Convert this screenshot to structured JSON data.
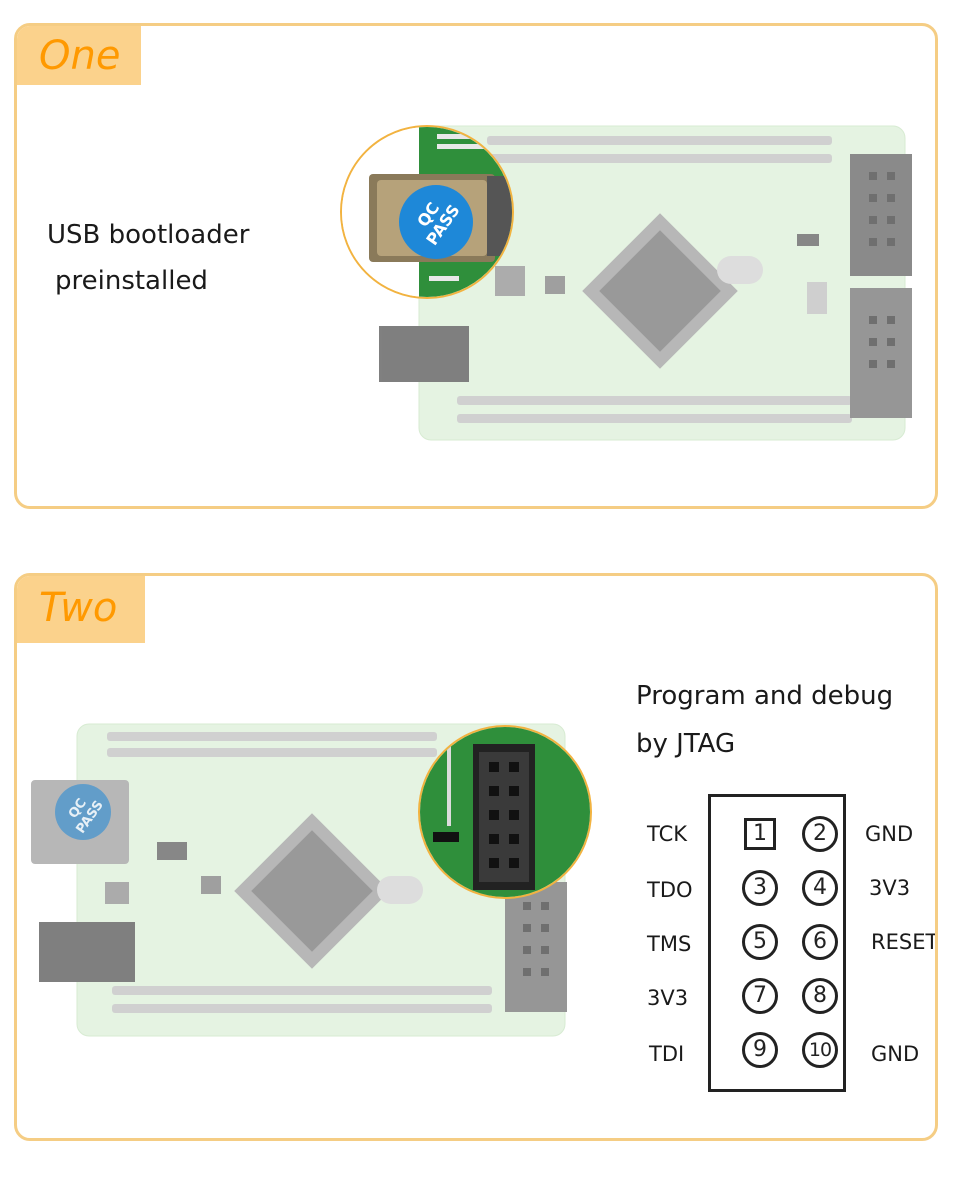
{
  "panel_one": {
    "tag": "One",
    "caption_line1": "USB bootloader",
    "caption_line2": "preinstalled",
    "sticker_line1": "QC",
    "sticker_line2": "PASS"
  },
  "panel_two": {
    "tag": "Two",
    "caption_line1": "Program and debug",
    "caption_line2": "by JTAG",
    "sticker_line1": "QC",
    "sticker_line2": "PASS",
    "pins": [
      {
        "num": "1",
        "left": "TCK",
        "num2": "2",
        "right": "GND"
      },
      {
        "num": "3",
        "left": "TDO",
        "num2": "4",
        "right": "3V3"
      },
      {
        "num": "5",
        "left": "TMS",
        "num2": "6",
        "right": "RESET"
      },
      {
        "num": "7",
        "left": "3V3",
        "num2": "8",
        "right": ""
      },
      {
        "num": "9",
        "left": "TDI",
        "num2": "10",
        "right": "GND"
      }
    ]
  },
  "colors": {
    "panel_border": "#f5cd84",
    "tag_background": "#fbd28c",
    "tag_text": "#ff9900",
    "board": "#dbefd6",
    "board_header": "#c5c5c5",
    "zoom_ring": "#f2b340",
    "sticker": "#1e88d8"
  }
}
